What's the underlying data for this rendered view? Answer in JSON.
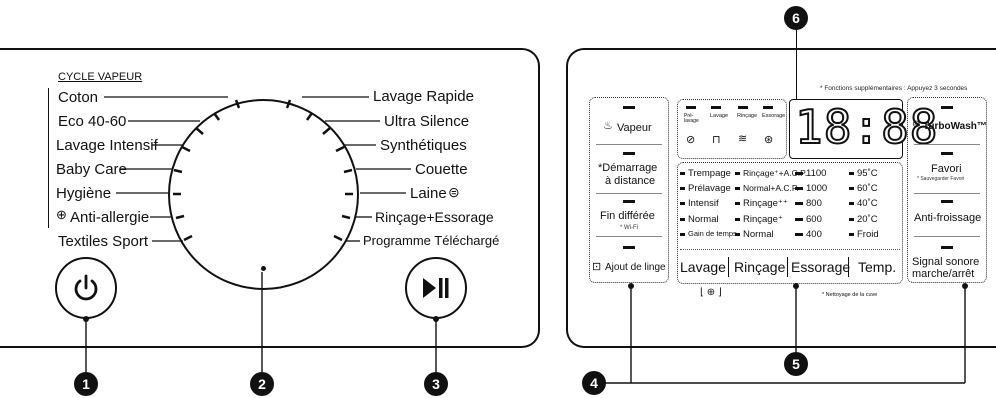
{
  "dial_panel": {
    "cycle_header": "CYCLE VAPEUR",
    "left_programs": [
      "Coton",
      "Eco 40-60",
      "Lavage Intensif",
      "Baby Care",
      "Hygiène",
      "Anti-allergie",
      "Textiles Sport"
    ],
    "right_programs": [
      "Lavage Rapide",
      "Ultra Silence",
      "Synthétiques",
      "Couette",
      "Laine",
      "Rinçage+Essorage",
      "Programme Téléchargé"
    ]
  },
  "display_panel": {
    "top_note": "* Fonctions supplémentaires : Appuyez 3 secondes",
    "left_buttons": {
      "vapeur": "Vapeur",
      "demarrage_line1": "*Démarrage",
      "demarrage_line2": "à distance",
      "fin_differee": "Fin différée",
      "wifi_note": "* Wi-Fi",
      "ajout_linge": "Ajout de linge"
    },
    "status_icons": [
      "Pré-lavage",
      "Lavage",
      "Rinçage",
      "Essorage"
    ],
    "time_display": "18:88",
    "options_col1": [
      "Trempage",
      "Prélavage",
      "Intensif",
      "Normal",
      "Gain de temps"
    ],
    "options_col2": [
      "Rinçage⁺+A.C.P.",
      "Normal+A.C.P.",
      "Rinçage⁺⁺",
      "Rinçage⁺",
      "Normal"
    ],
    "options_col3": [
      "1100",
      "1000",
      "800",
      "600",
      "400"
    ],
    "options_col4": [
      "95˚C",
      "60˚C",
      "40˚C",
      "20˚C",
      "Froid"
    ],
    "bottom_buttons": [
      "Lavage",
      "Rinçage",
      "Essorage",
      "Temp."
    ],
    "nettoyage_note": "* Nettoyage de la cuve",
    "right_buttons": {
      "turbowash": "TurboWash™",
      "favori": "Favori",
      "favori_note": "* Sauvegarder Favori",
      "anti_froissage": "Anti-froissage",
      "signal_line1": "Signal sonore",
      "signal_line2": "marche/arrêt"
    }
  },
  "callouts": [
    "1",
    "2",
    "3",
    "4",
    "5",
    "6"
  ]
}
